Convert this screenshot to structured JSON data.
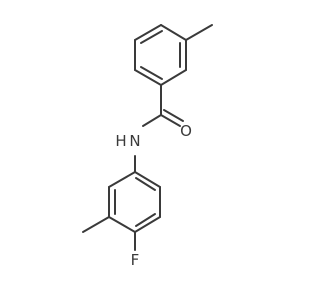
{
  "molecule": {
    "atoms": {
      "nitrogen": {
        "symbol": "N",
        "hydrogen": "H",
        "color": "#3a3a3a"
      },
      "oxygen": {
        "symbol": "O",
        "color": "#e8091e"
      },
      "fluorine": {
        "symbol": "F",
        "color": "#6fbf2a"
      }
    },
    "bond_color": "#3a3a3a"
  }
}
